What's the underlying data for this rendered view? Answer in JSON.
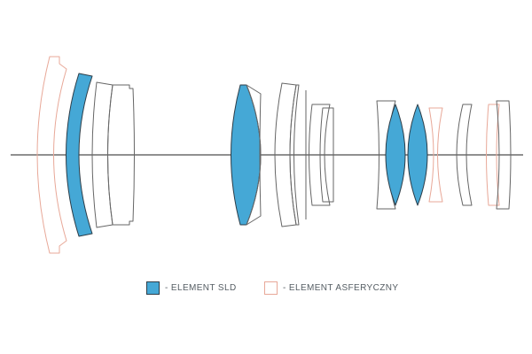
{
  "colors": {
    "sld_fill": "#45a8d6",
    "sld_stroke": "#2d3d48",
    "aspherical_stroke": "#e8a898",
    "standard_stroke": "#666666",
    "axis": "#222222"
  },
  "legend": {
    "sld_label": "- ELEMENT SLD",
    "aspherical_label": "- ELEMENT ASFERYCZNY"
  },
  "lens_groups": [
    {
      "elements": [
        "aspherical",
        "sld",
        "standard",
        "standard"
      ]
    },
    {
      "elements": [
        "sld",
        "standard",
        "standard",
        "standard"
      ]
    },
    {
      "elements": [
        "standard",
        "sld",
        "sld",
        "aspherical",
        "standard",
        "aspherical",
        "standard"
      ]
    }
  ]
}
